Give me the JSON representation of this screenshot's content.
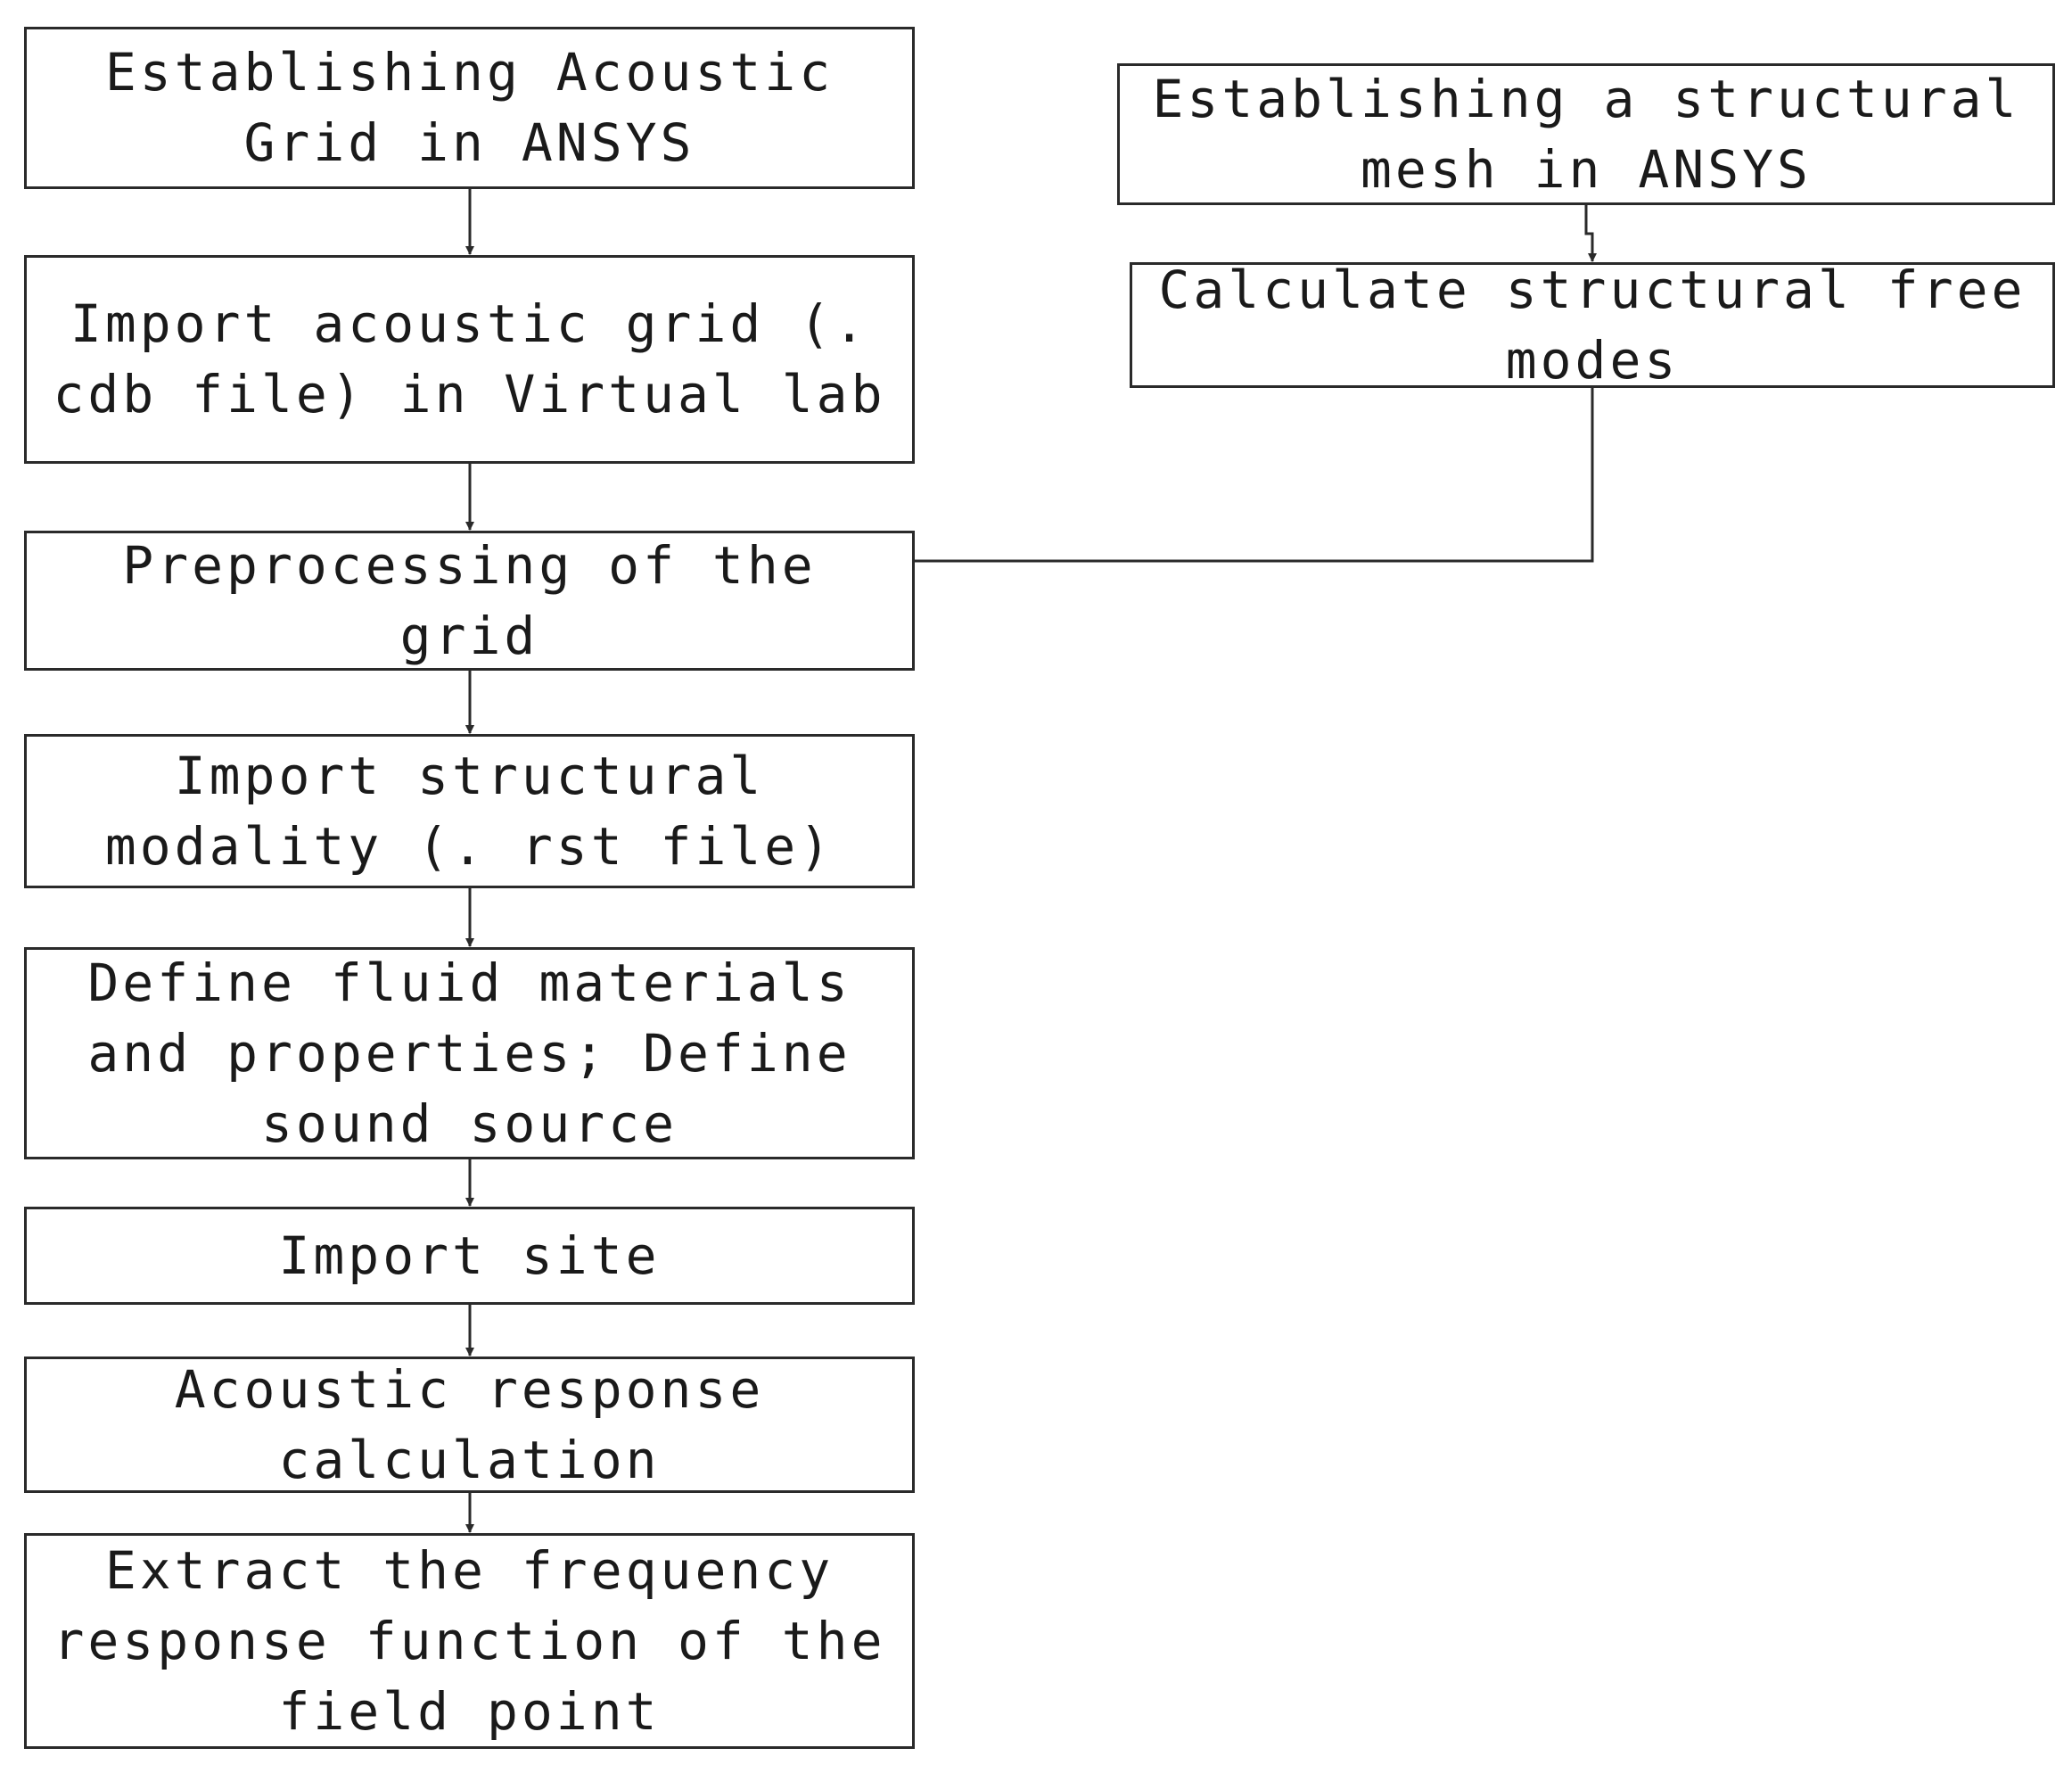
{
  "diagram": {
    "left_column": [
      {
        "id": "acoustic-grid",
        "label": "Establishing Acoustic Grid in ANSYS"
      },
      {
        "id": "import-grid",
        "label": "Import acoustic grid (. cdb file) in Virtual lab"
      },
      {
        "id": "preprocessing",
        "label": "Preprocessing of the grid"
      },
      {
        "id": "import-modality",
        "label": "Import structural modality (. rst file)"
      },
      {
        "id": "define-fluid",
        "label": "Define fluid materials and properties; Define sound source"
      },
      {
        "id": "import-site",
        "label": "Import site"
      },
      {
        "id": "acoustic-response",
        "label": "Acoustic response calculation"
      },
      {
        "id": "extract-frf",
        "label": "Extract the frequency response function of the field point"
      }
    ],
    "right_column": [
      {
        "id": "structural-mesh",
        "label": "Establishing a structural mesh in ANSYS"
      },
      {
        "id": "free-modes",
        "label": "Calculate structural free modes"
      }
    ],
    "edges": [
      {
        "from": "acoustic-grid",
        "to": "import-grid"
      },
      {
        "from": "import-grid",
        "to": "preprocessing"
      },
      {
        "from": "preprocessing",
        "to": "import-modality"
      },
      {
        "from": "import-modality",
        "to": "define-fluid"
      },
      {
        "from": "define-fluid",
        "to": "import-site"
      },
      {
        "from": "import-site",
        "to": "acoustic-response"
      },
      {
        "from": "acoustic-response",
        "to": "extract-frf"
      },
      {
        "from": "structural-mesh",
        "to": "free-modes"
      },
      {
        "from": "free-modes",
        "to": "import-modality"
      }
    ]
  },
  "colors": {
    "stroke": "#2a2a2a",
    "text": "#1a1a1a",
    "background": "#ffffff"
  }
}
